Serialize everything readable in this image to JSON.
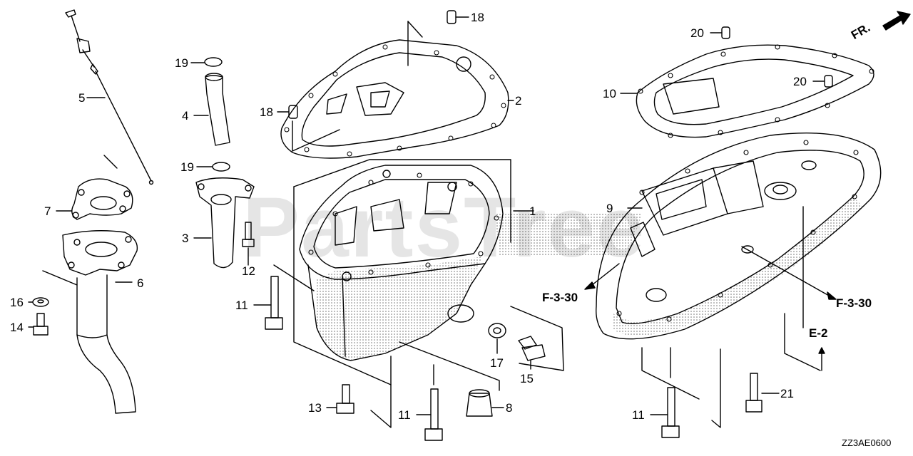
{
  "watermark": "PartsTree",
  "diagram_code": "ZZ3AE0600",
  "direction": "FR.",
  "callouts": [
    "1",
    "2",
    "3",
    "4",
    "5",
    "6",
    "7",
    "8",
    "9",
    "10",
    "11",
    "11",
    "11",
    "11",
    "12",
    "13",
    "14",
    "15",
    "16",
    "17",
    "18",
    "18",
    "19",
    "19",
    "20",
    "20",
    "21"
  ],
  "references": [
    "F-3-30",
    "F-3-30",
    "E-2"
  ],
  "colors": {
    "line": "#000000",
    "background": "#ffffff",
    "watermark": "#cccccc"
  }
}
